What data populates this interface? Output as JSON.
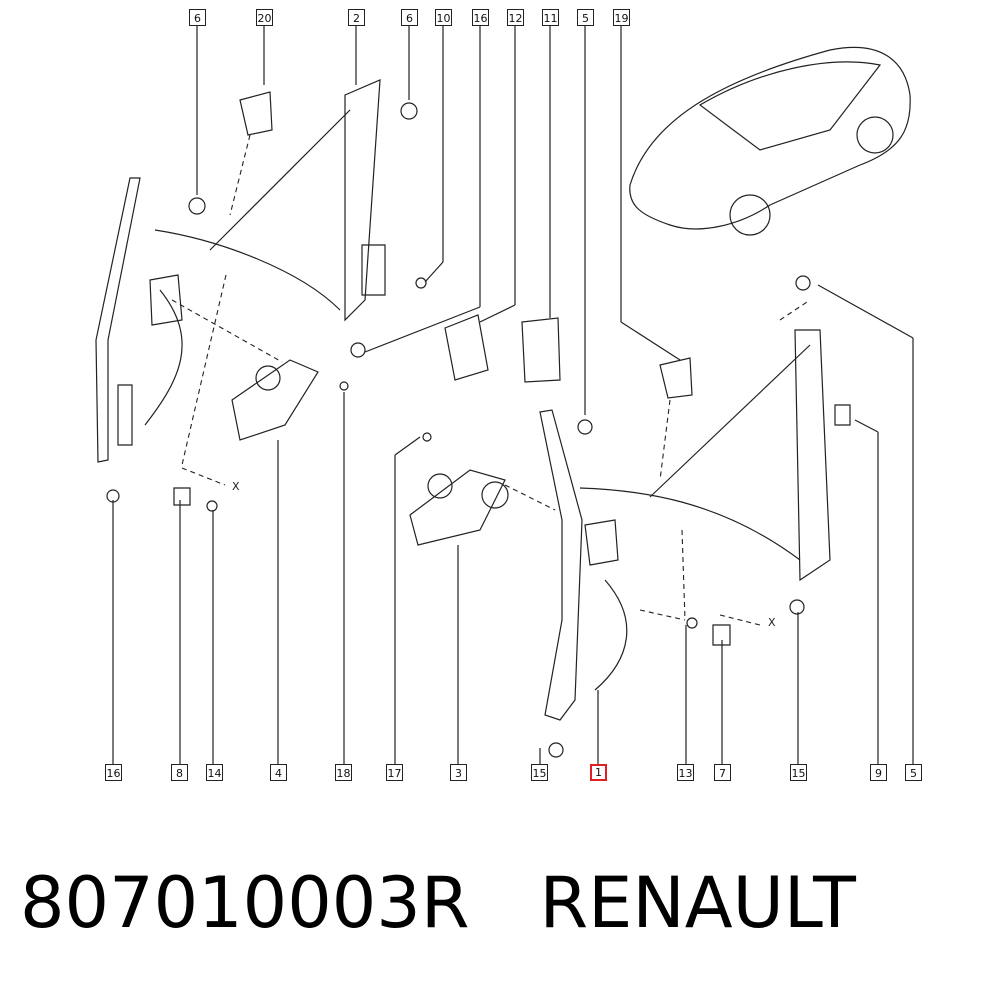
{
  "callouts_top": [
    "6",
    "20",
    "2",
    "6",
    "10",
    "16",
    "12",
    "11",
    "5",
    "19"
  ],
  "callouts_bottom": [
    "16",
    "8",
    "14",
    "4",
    "18",
    "17",
    "3",
    "15",
    "1",
    "13",
    "7",
    "15",
    "9",
    "5"
  ],
  "axis_labels": [
    "X",
    "X"
  ],
  "caption": {
    "part_number": "807010003R",
    "brand": "RENAULT"
  },
  "colors": {
    "line": "#222222",
    "highlight": "#e02020"
  }
}
